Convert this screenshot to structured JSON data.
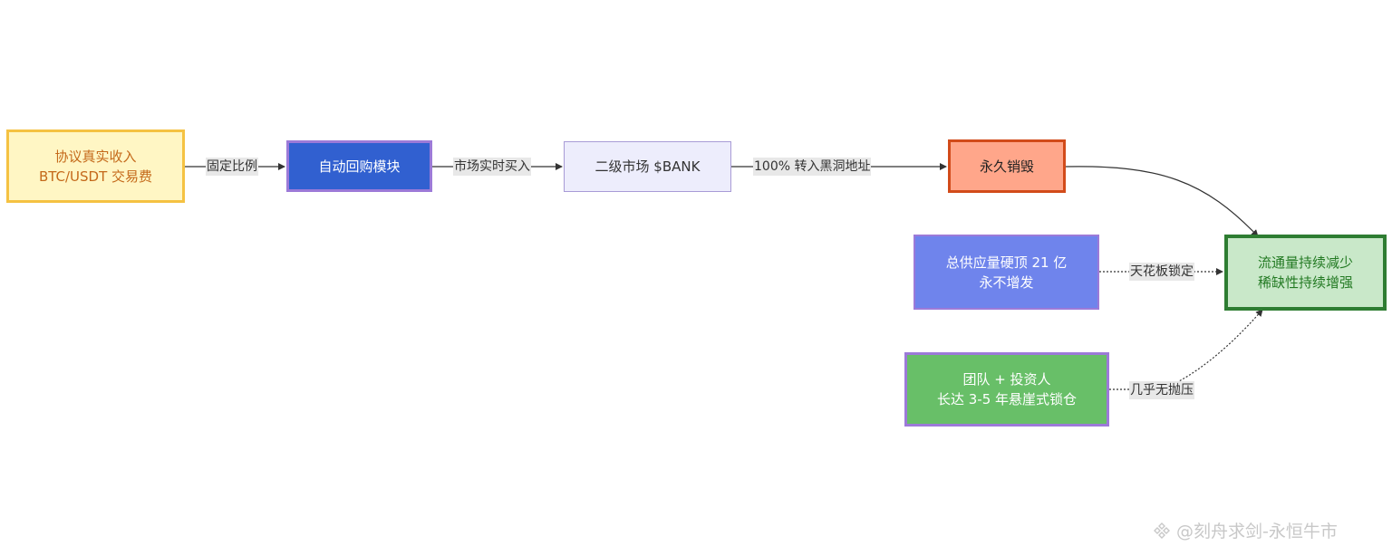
{
  "nodes": {
    "revenue": {
      "line1": "协议真实收入",
      "line2": "BTC/USDT 交易费"
    },
    "buyback": {
      "line1": "自动回购模块"
    },
    "market": {
      "line1": "二级市场 $BANK"
    },
    "burn": {
      "line1": "永久销毁"
    },
    "supply": {
      "line1": "总供应量硬顶 21 亿",
      "line2": "永不增发"
    },
    "team": {
      "line1": "团队 + 投资人",
      "line2": "长达 3-5 年悬崖式锁仓"
    },
    "circulation": {
      "line1": "流通量持续减少",
      "line2": "稀缺性持续增强"
    }
  },
  "edges": {
    "fixed_ratio": "固定比例",
    "market_buy": "市场实时买入",
    "to_blackhole": "100% 转入黑洞地址",
    "ceiling_lock": "天花板锁定",
    "no_sell_pressure": "几乎无抛压"
  },
  "watermark": {
    "text": "@刻舟求剑-永恒牛市",
    "icon": "binance-diamond-icon"
  },
  "colors": {
    "revenue_fill": "#fff6c4",
    "buyback_fill": "#3160d0",
    "market_fill": "#ededfc",
    "burn_fill": "#ffa68a",
    "supply_fill": "#6f84ec",
    "team_fill": "#68bf68",
    "circulation_fill": "#c9e8c9",
    "edge_stroke": "#333333"
  }
}
